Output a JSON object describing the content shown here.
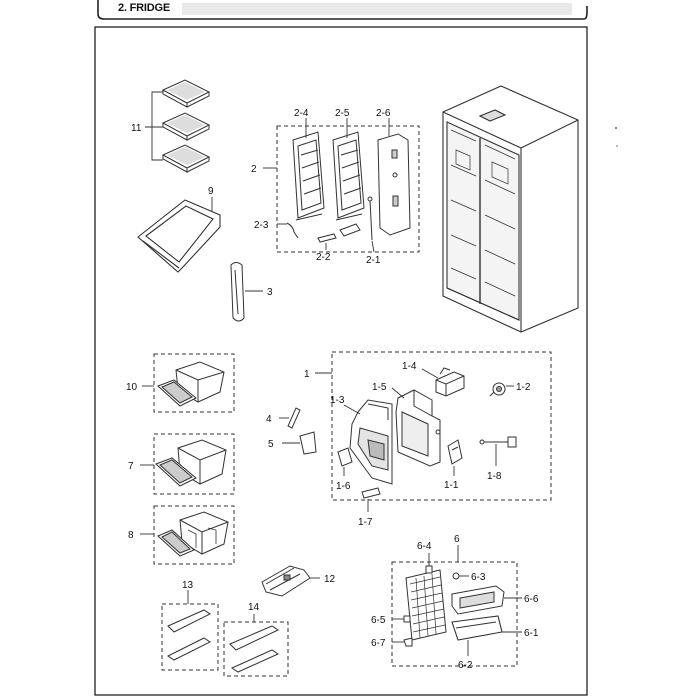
{
  "header": {
    "section_title": "2. FRIDGE"
  },
  "callouts": {
    "p11": "11",
    "p9": "9",
    "p3": "3",
    "p2": "2",
    "p2_4": "2-4",
    "p2_5": "2-5",
    "p2_6": "2-6",
    "p2_3": "2-3",
    "p2_2": "2-2",
    "p2_1": "2-1",
    "p10": "10",
    "p7": "7",
    "p8": "8",
    "p1": "1",
    "p1_4": "1-4",
    "p1_5": "1-5",
    "p1_3": "1-3",
    "p1_2": "1-2",
    "p4": "4",
    "p5": "5",
    "p1_6": "1-6",
    "p1_1": "1-1",
    "p1_8": "1-8",
    "p1_7": "1-7",
    "p6": "6",
    "p6_4": "6-4",
    "p6_3": "6-3",
    "p6_6": "6-6",
    "p6_5": "6-5",
    "p6_7": "6-7",
    "p6_1": "6-1",
    "p6_2": "6-2",
    "p12": "12",
    "p13": "13",
    "p14": "14"
  }
}
